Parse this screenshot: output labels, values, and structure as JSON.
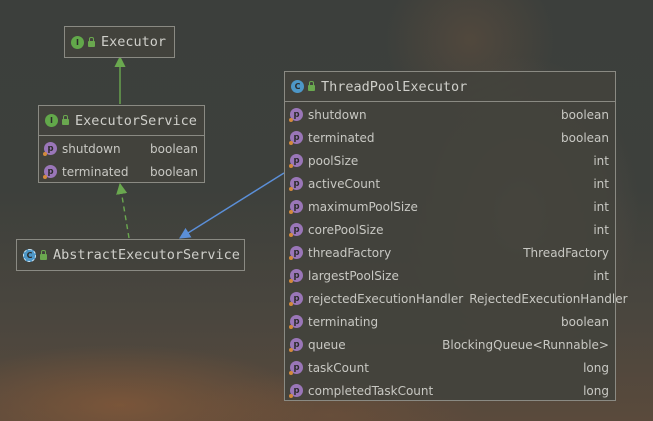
{
  "executor": {
    "name": "Executor",
    "badge": "I"
  },
  "executor_service": {
    "name": "ExecutorService",
    "badge": "I",
    "properties": [
      {
        "name": "shutdown",
        "type": "boolean"
      },
      {
        "name": "terminated",
        "type": "boolean"
      }
    ]
  },
  "abstract_executor_service": {
    "name": "AbstractExecutorService",
    "badge": "C"
  },
  "thread_pool_executor": {
    "name": "ThreadPoolExecutor",
    "badge": "C",
    "properties": [
      {
        "name": "shutdown",
        "type": "boolean"
      },
      {
        "name": "terminated",
        "type": "boolean"
      },
      {
        "name": "poolSize",
        "type": "int"
      },
      {
        "name": "activeCount",
        "type": "int"
      },
      {
        "name": "maximumPoolSize",
        "type": "int"
      },
      {
        "name": "corePoolSize",
        "type": "int"
      },
      {
        "name": "threadFactory",
        "type": "ThreadFactory"
      },
      {
        "name": "largestPoolSize",
        "type": "int"
      },
      {
        "name": "rejectedExecutionHandler",
        "type": "RejectedExecutionHandler"
      },
      {
        "name": "terminating",
        "type": "boolean"
      },
      {
        "name": "queue",
        "type": "BlockingQueue<Runnable>"
      },
      {
        "name": "taskCount",
        "type": "long"
      },
      {
        "name": "completedTaskCount",
        "type": "long"
      }
    ]
  },
  "property_badge": "p",
  "relations": [
    {
      "from": "executor_service",
      "to": "executor",
      "kind": "interface-extends"
    },
    {
      "from": "abstract_executor_service",
      "to": "executor_service",
      "kind": "implements"
    },
    {
      "from": "thread_pool_executor",
      "to": "abstract_executor_service",
      "kind": "extends"
    }
  ],
  "colors": {
    "extends_interface": "#6aa84f",
    "implements": "#6aa84f",
    "extends_class": "#5b8fd8",
    "interface_badge": "#62a84a",
    "class_badge": "#4d97c7",
    "property_badge": "#9a76b8"
  }
}
